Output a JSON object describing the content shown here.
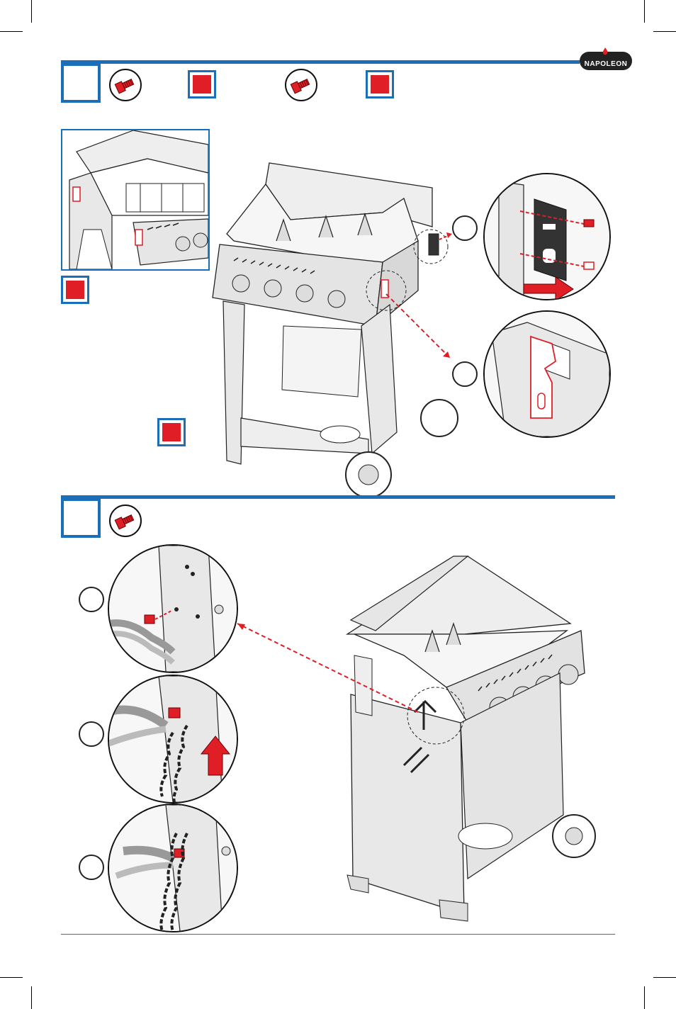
{
  "brand": {
    "logo_text": "NAPOLEON",
    "accent_color": "#1b6fb8",
    "hardware_color": "#e01e26"
  },
  "step1": {
    "hardware_icons": [
      "screw-icon",
      "screw-icon"
    ],
    "quantity_markers": 4
  },
  "step2": {
    "hardware_icons": [
      "screw-icon"
    ],
    "detail_callouts": 3
  }
}
